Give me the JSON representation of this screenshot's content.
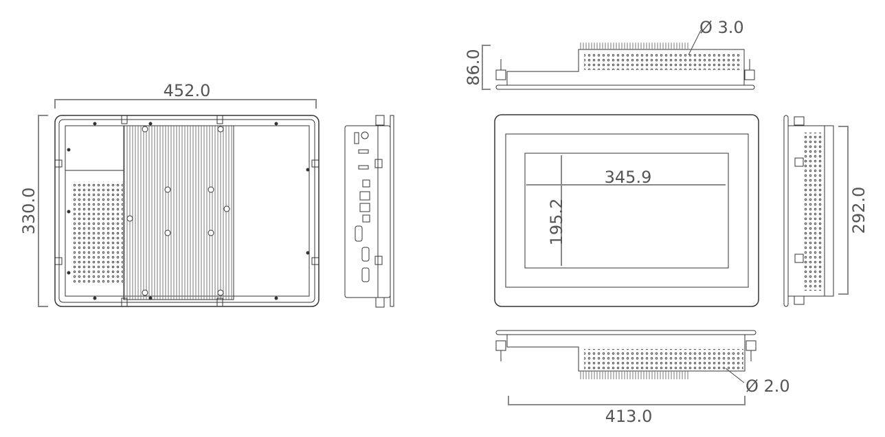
{
  "drawing": {
    "type": "mechanical dimension drawing",
    "units": "mm",
    "views": [
      {
        "name": "rear-view",
        "dimensions": {
          "width": "452.0",
          "height": "330.0"
        }
      },
      {
        "name": "io-side-view"
      },
      {
        "name": "top-view",
        "dimensions": {
          "depth": "86.0",
          "hole_diameter": "Ø 3.0"
        }
      },
      {
        "name": "front-view",
        "dimensions": {
          "active_area_width": "345.9",
          "active_area_height": "195.2"
        }
      },
      {
        "name": "right-side-view",
        "dimensions": {
          "cutout_height": "292.0"
        }
      },
      {
        "name": "bottom-view",
        "dimensions": {
          "cutout_width": "413.0",
          "hole_diameter": "Ø 2.0"
        }
      }
    ]
  },
  "labels": {
    "rear_width": "452.0",
    "rear_height": "330.0",
    "top_depth": "86.0",
    "top_hole": "Ø 3.0",
    "active_width": "345.9",
    "active_height": "195.2",
    "side_height": "292.0",
    "bottom_width": "413.0",
    "bottom_hole": "Ø 2.0"
  },
  "colors": {
    "line": "#333333",
    "dimension": "#888888",
    "text": "#555555"
  }
}
